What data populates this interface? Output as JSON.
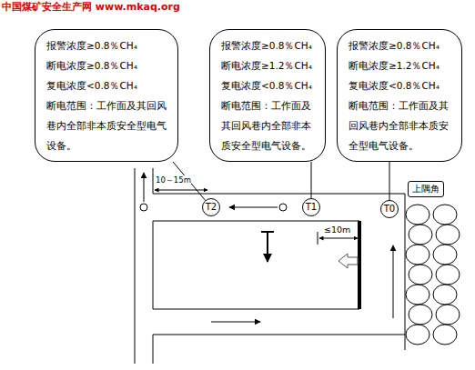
{
  "diagram": {
    "nodes": [
      {
        "text": [
          "报警浓度≥0.8％CH₄",
          "断电浓度≥0.8％CH₄",
          "复电浓度<0.8％CH₄",
          "断电范围：工作面及其回风巷内全部非本质安全型电气设备。"
        ]
      },
      {
        "text": [
          "报警浓度≥0.8％CH₄",
          "断电浓度≥1.2％CH₄",
          "复电浓度<0.8％CH₄",
          "断电范围：工作面及其回风巷内全部非本质安全型电气设备。"
        ]
      },
      {
        "text": [
          "报警浓度≥0.8％CH₄",
          "断电浓度≥1.2％CH₄",
          "复电浓度<0.8％CH₄",
          "断电范围：工作面及其回风巷内全部非本质安全型电气设备。"
        ]
      },
      {
        "text": [
          "上隅角"
        ]
      },
      {
        "text": [
          "T2"
        ]
      },
      {
        "text": [
          "T1"
        ]
      },
      {
        "text": [
          "T0"
        ]
      }
    ],
    "edges": [
      {
        "from": 0,
        "to": 4,
        "arrow": "none"
      },
      {
        "from": 1,
        "to": 5,
        "arrow": "none"
      },
      {
        "from": 2,
        "to": 6,
        "arrow": "none"
      }
    ],
    "labels": [
      "中国煤矿安全生产网 www.mkaq.org",
      "10～15m",
      "≤10m"
    ]
  }
}
